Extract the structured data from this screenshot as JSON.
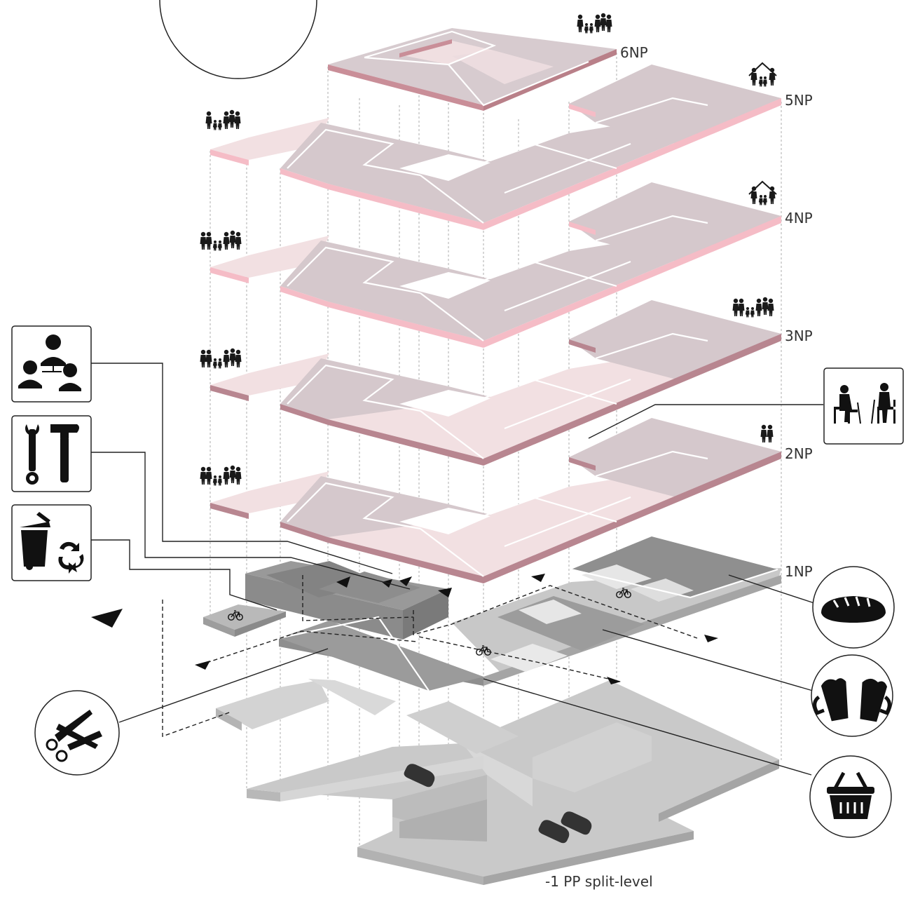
{
  "floors": {
    "np6": "6NP",
    "np5": "5NP",
    "np4": "4NP",
    "np3": "3NP",
    "np2": "2NP",
    "np1": "1NP",
    "pp1": "-1 PP split-level"
  },
  "icons": {
    "left": [
      "community-meeting-icon",
      "workshop-tools-icon",
      "waste-recycling-icon",
      "hairdresser-icon"
    ],
    "right": [
      "senior-club-icon",
      "bakery-bread-icon",
      "pub-beer-icon",
      "grocery-basket-icon"
    ],
    "residents": [
      "extended-family-icon",
      "family-house-icon",
      "senior-couple-icon",
      "bicycle-icon",
      "car-icon"
    ]
  },
  "colors": {
    "residential_dark": "#d5c8cc",
    "residential_light": "#f2e0e2",
    "slab_edge_pink": "#f5bcc6",
    "slab_edge_dark": "#b88690",
    "ground_floor": "#9d9d9d",
    "parking": "#c8c8c8"
  }
}
